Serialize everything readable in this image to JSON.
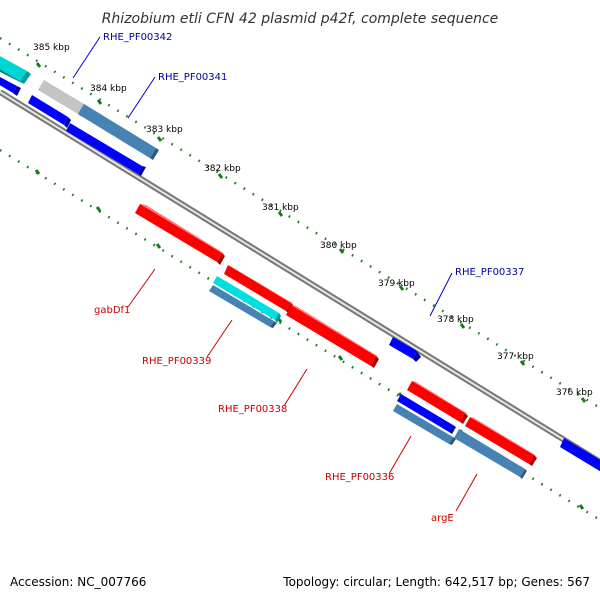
{
  "title": "Rhizobium etli CFN 42 plasmid p42f, complete sequence",
  "footer": {
    "accession": "Accession: NC_007766",
    "summary": "Topology: circular; Length: 642,517 bp; Genes: 567"
  },
  "colors": {
    "backbone": "#888888",
    "tick_mark": "#1a7a1a",
    "forward_gene": "#0000ff",
    "reverse_gene": "#ff0000",
    "hypothetical_light": "#4682b4",
    "cyan_gene": "#00d5d5",
    "grey_gene": "#bdbdbd",
    "label_forward": "#00009c",
    "label_reverse": "#c80000"
  },
  "ticks": [
    "385 kbp",
    "384 kbp",
    "383 kbp",
    "382 kbp",
    "381 kbp",
    "380 kbp",
    "379 kbp",
    "378 kbp",
    "377 kbp",
    "376 kbp"
  ],
  "labels_forward": [
    "RHE_PF00342",
    "RHE_PF00341",
    "RHE_PF00337"
  ],
  "labels_reverse": [
    "gabDf1",
    "RHE_PF00339",
    "RHE_PF00338",
    "RHE_PF00336",
    "argE"
  ]
}
